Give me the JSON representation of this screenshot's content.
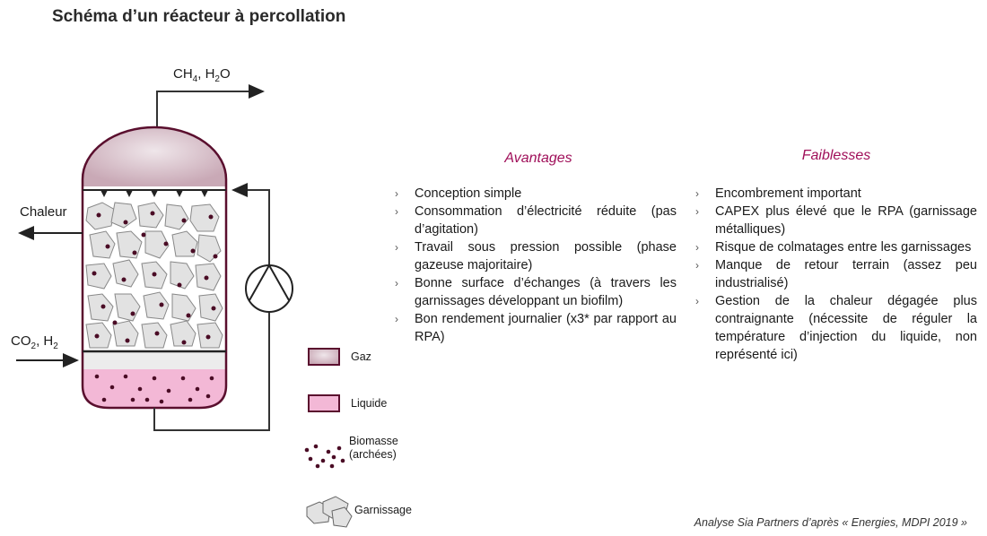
{
  "title": "Schéma d’un réacteur à percollation",
  "labels": {
    "gas_out_a": "CH",
    "gas_out_a_sub": "4",
    "gas_out_b": ", H",
    "gas_out_b_sub": "2",
    "gas_out_c": "O",
    "heat": "Chaleur",
    "gas_in_a": "CO",
    "gas_in_a_sub": "2",
    "gas_in_b": ", H",
    "gas_in_b_sub": "2"
  },
  "legend": {
    "gaz": "Gaz",
    "liquide": "Liquide",
    "biomasse": "Biomasse (archées)",
    "garnissage": "Garnissage"
  },
  "avantages": {
    "heading": "Avantages",
    "items": [
      "Conception simple",
      "Consommation d’électricité réduite (pas d’agitation)",
      "Travail sous pression possible (phase gazeuse majoritaire)",
      "Bonne surface d’échanges (à travers les garnissages développant un biofilm)",
      "Bon rendement journalier (x3* par rapport au RPA)"
    ]
  },
  "faiblesses": {
    "heading": "Faiblesses",
    "items": [
      "Encombrement important",
      "CAPEX plus élevé que le RPA (garnissage métalliques)",
      "Risque de colmatages entre les garnissages",
      "Manque de retour terrain (assez peu industrialisé)",
      "Gestion de la chaleur dégagée plus contraignante (nécessite de réguler la température d’injection du liquide, non représenté ici)"
    ]
  },
  "source": "Analyse Sia Partners d’après « Energies, MDPI 2019 »",
  "colors": {
    "accent": "#a0105a",
    "vessel_outline": "#5a0f2e",
    "gas_fill": "#d8c4cc",
    "liquid_fill": "#f3b8d6",
    "biomass_dot": "#4a0c25",
    "packing_fill": "#e0e0e0"
  }
}
